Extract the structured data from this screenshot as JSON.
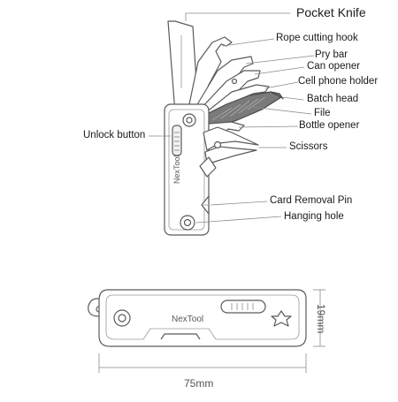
{
  "labels": {
    "pocket_knife": "Pocket Knife",
    "rope_cutting_hook": "Rope cutting hook",
    "pry_bar": "Pry bar",
    "can_opener": "Can opener",
    "cell_phone_holder": "Cell phone holder",
    "batch_head": "Batch head",
    "file": "File",
    "bottle_opener": "Bottle opener",
    "unlock_button": "Unlock button",
    "scissors": "Scissors",
    "card_removal_pin": "Card Removal Pin",
    "hanging_hole": "Hanging hole"
  },
  "brand": "NexTool",
  "dimensions": {
    "width": "75mm",
    "height": "19mm"
  },
  "colors": {
    "outline": "#5a5a5a",
    "leader": "#8a8a8a",
    "text": "#1a1a1a",
    "file_fill": "#7a7a7a"
  }
}
